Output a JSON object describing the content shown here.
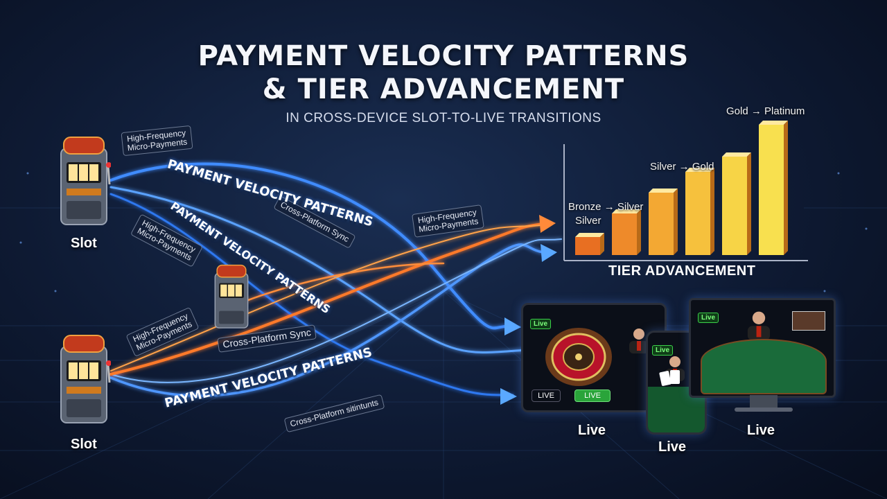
{
  "header": {
    "title_line1": "PAYMENT VELOCITY PATTERNS",
    "title_line2": "& TIER ADVANCEMENT",
    "subtitle": "IN CROSS-DEVICE SLOT-TO-LIVE TRANSITIONS"
  },
  "sources": [
    {
      "label": "Slot"
    },
    {
      "label": "Slot"
    }
  ],
  "tags": {
    "hf1_line1": "High-Frequency",
    "hf1_line2": "Micro-Payments",
    "hf2_line1": "High-Frequency",
    "hf2_line2": "Micro-Payments",
    "hf3_line1": "High-Frequency",
    "hf3_line2": "Micro-Payments",
    "hf4_line1": "High-Frequency",
    "hf4_line2": "Micro-Payments",
    "sync1": "Cross-Platform Sync",
    "sync2": "Cross-Platform Sync",
    "sync3": "Cross-Platform sitintunts"
  },
  "curve_labels": {
    "pv1": "PAYMENT VELOCITY PATTERNS",
    "pv2": "PAYMENT VELOCITY PATTERNS",
    "pv3": "PAYMENT VELOCITY PATTERNS"
  },
  "tier_chart": {
    "title": "TIER ADVANCEMENT",
    "labels": {
      "bronze_silver": "Bronze → Silver",
      "silver": "Silver",
      "silver_gold": "Silver → Gold",
      "gold_platinum": "Gold → Platinum"
    },
    "bar_levels": [
      1,
      2,
      3,
      4,
      5,
      6
    ],
    "colors": [
      "#e86f22",
      "#ee8a2a",
      "#f3a833",
      "#f6c13d",
      "#f7d446",
      "#f8e04f"
    ]
  },
  "devices": {
    "tablet": {
      "label": "Live",
      "badge": "Live",
      "btn_left": "LIVE",
      "btn_mid": "LIVE"
    },
    "phone": {
      "label": "Live",
      "badge": "Live"
    },
    "monitor": {
      "label": "Live",
      "badge": "Live"
    }
  },
  "colors": {
    "blue_flow": "#3f8cff",
    "orange_flow": "#ff7a2a"
  }
}
